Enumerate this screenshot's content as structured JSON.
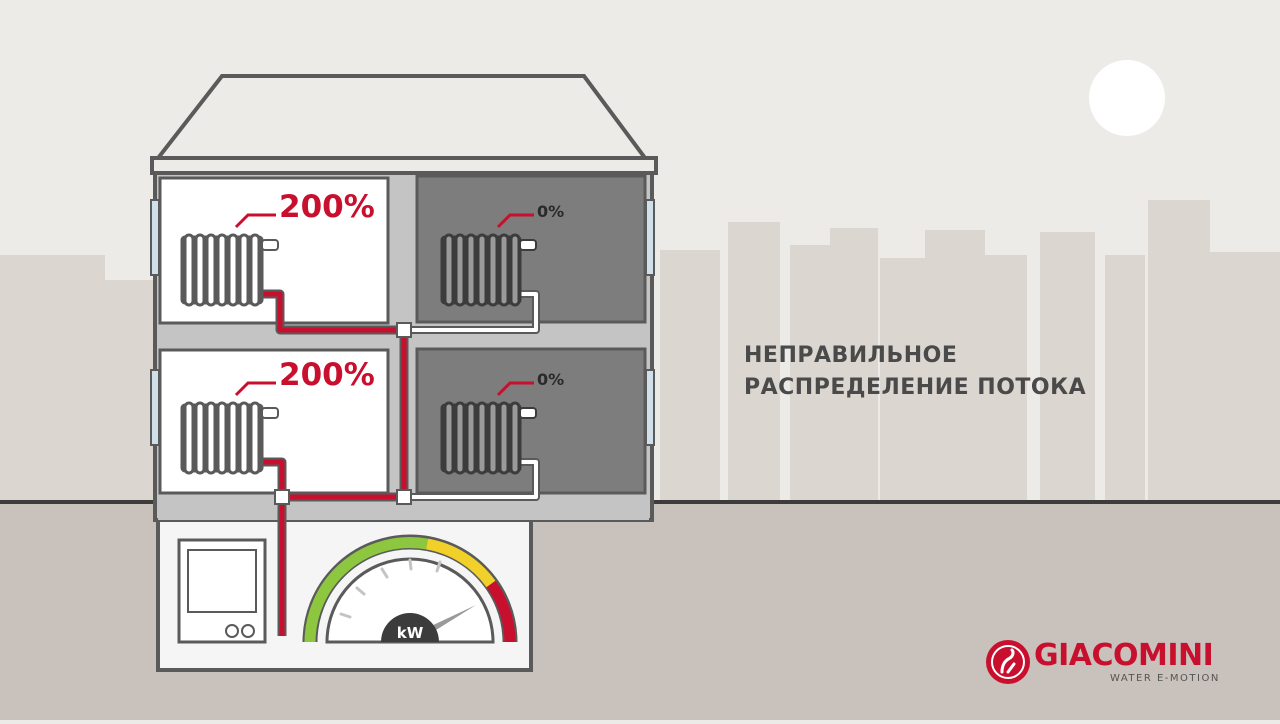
{
  "flow_labels": {
    "upper_left": "200%",
    "upper_right": "0%",
    "lower_left": "200%",
    "lower_right": "0%"
  },
  "caption": {
    "line1": "НЕПРАВИЛЬНОЕ",
    "line2": "РАСПРЕДЕЛЕНИЕ ПОТОКА"
  },
  "gauge": {
    "unit": "kW",
    "level_fraction": 0.85
  },
  "brand": {
    "name": "GIACOMINI",
    "tagline": "WATER E-MOTION"
  },
  "colors": {
    "hot_pipe": "#c8102e",
    "cold_room": "#7d7d7d",
    "gauge_green": "#8dc63f",
    "gauge_yellow": "#f2d02a",
    "gauge_red": "#c8102e"
  }
}
